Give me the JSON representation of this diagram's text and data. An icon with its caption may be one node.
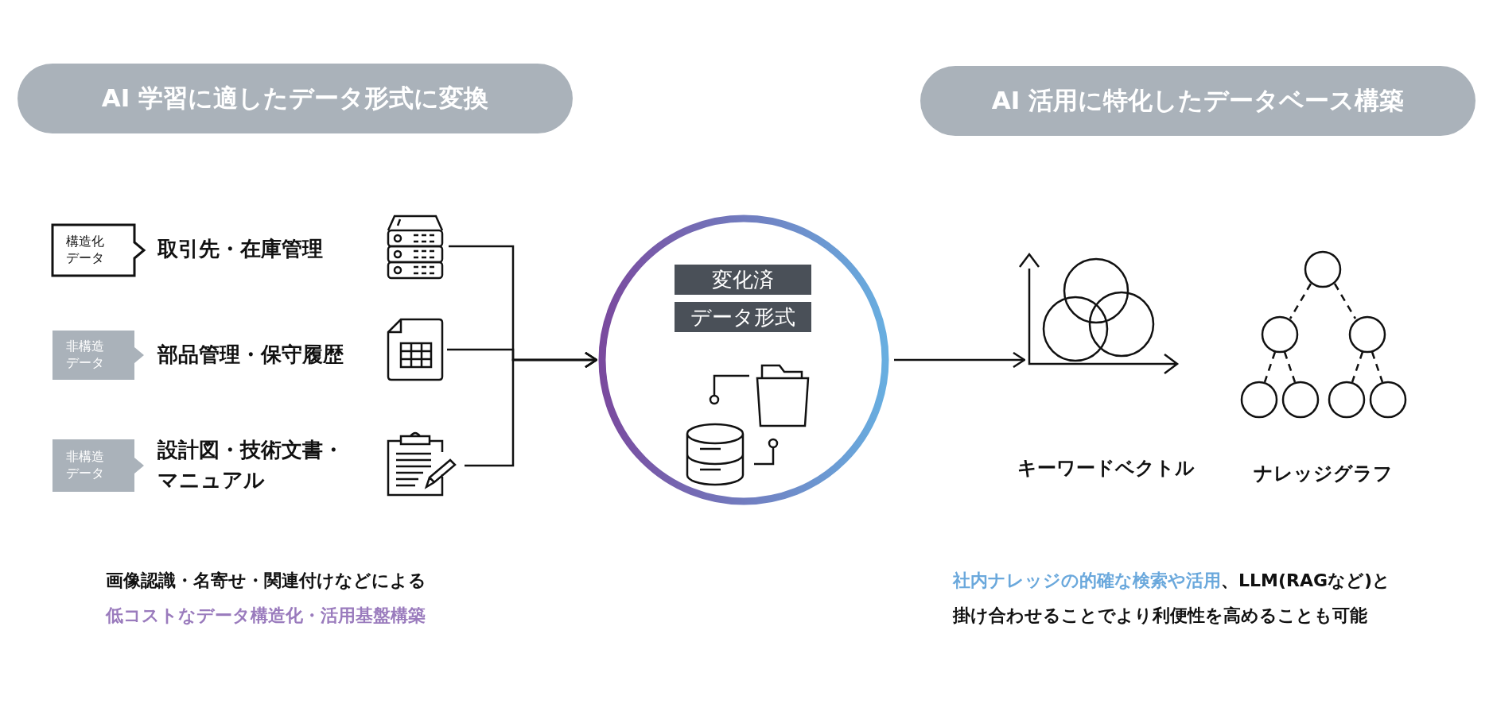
{
  "diagram": {
    "nodes": [
      {
        "text": [
          "AI 学習に適したデータ形式に変換"
        ]
      },
      {
        "text": [
          "AI 活用に特化したデータベース構築"
        ]
      },
      {
        "text": [
          "構造化データ"
        ]
      },
      {
        "text": [
          "取引先・在庫管理"
        ]
      },
      {
        "text": [],
        "shape": "picture"
      },
      {
        "text": [
          "非構造データ"
        ]
      },
      {
        "text": [
          "部品管理・保守履歴"
        ]
      },
      {
        "text": [],
        "shape": "picture"
      },
      {
        "text": [
          "非構造データ"
        ]
      },
      {
        "text": [
          "設計図・技術文書・マニュアル"
        ]
      },
      {
        "text": [],
        "shape": "picture"
      },
      {
        "text": [],
        "shape": "circle"
      },
      {
        "text": [
          "変化済"
        ],
        "in": 11
      },
      {
        "text": [
          "データ形式"
        ],
        "in": 11
      },
      {
        "text": [],
        "shape": "picture",
        "in": 11
      },
      {
        "text": [
          "キーワードベクトル"
        ]
      },
      {
        "text": [
          "ナレッジグラフ"
        ]
      }
    ],
    "edges": [
      {
        "from": 4,
        "to": 11,
        "arrow": "to"
      },
      {
        "from": 7,
        "to": 11,
        "arrow": "to"
      },
      {
        "from": 10,
        "to": 11,
        "arrow": "to"
      },
      {
        "from": 11,
        "to": 15,
        "arrow": "to"
      }
    ],
    "labels": [
      "画像認識・名寄せ・関連付けなどによる",
      "低コストなデータ構造化・活用基盤構築",
      "社内ナレッジの的確な検索や活用",
      "、LLM(RAGなど)と",
      "掛け合わせることでより利便性を高めることも可能"
    ]
  }
}
